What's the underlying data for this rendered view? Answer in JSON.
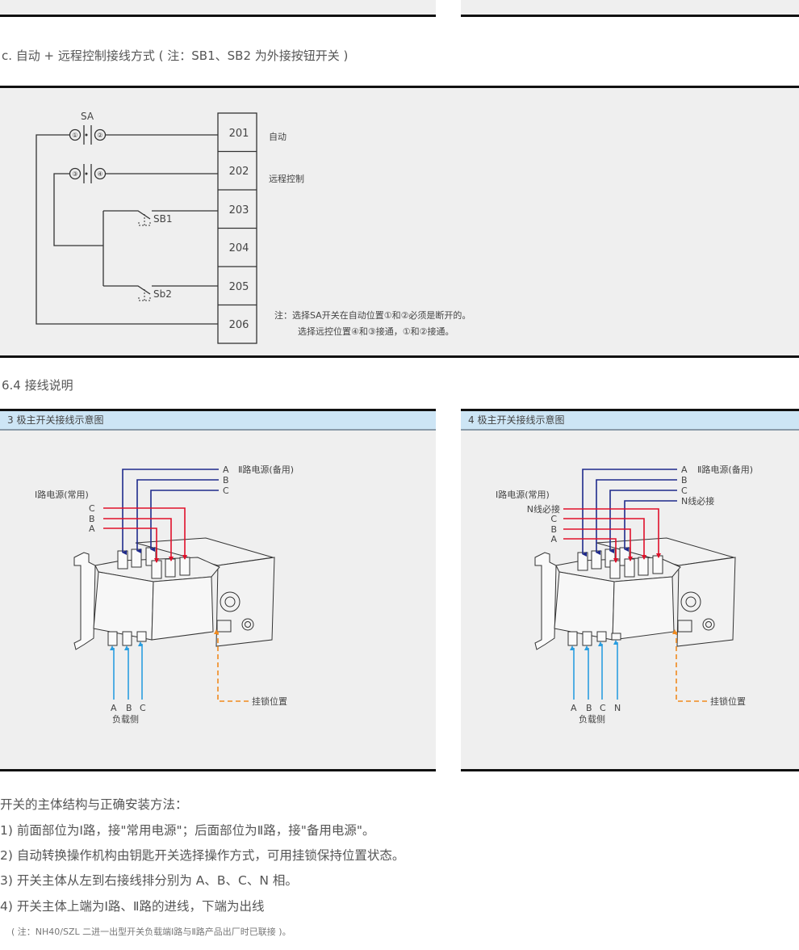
{
  "section_c": {
    "title": "c. 自动 + 远程控制接线方式 ( 注：SB1、SB2 为外接按钮开关 )",
    "circuit": {
      "sa_label": "SA",
      "contacts": [
        "①",
        "②",
        "③",
        "④"
      ],
      "sb1_label": "SB1",
      "sb2_label": "Sb2",
      "terminals": [
        "201",
        "202",
        "203",
        "204",
        "205",
        "206"
      ],
      "label_auto": "自动",
      "label_remote": "远程控制",
      "note_line1": "注：选择SA开关在自动位置①和②必须是断开的。",
      "note_line2": "选择远控位置④和③接通，①和②接通。"
    }
  },
  "section_64": {
    "title": "6.4 接线说明",
    "diagram_3pole": {
      "title": "3 极主开关接线示意图",
      "source2_label": "Ⅱ路电源(备用)",
      "source1_label": "Ⅰ路电源(常用)",
      "source2_phases": [
        "A",
        "B",
        "C"
      ],
      "source1_phases": [
        "C",
        "B",
        "A"
      ],
      "load_phases": [
        "A",
        "B",
        "C"
      ],
      "load_label": "负载侧",
      "lock_label": "挂锁位置"
    },
    "diagram_4pole": {
      "title": "4 极主开关接线示意图",
      "source2_label": "Ⅱ路电源(备用)",
      "source1_label": "Ⅰ路电源(常用)",
      "source2_phases": [
        "A",
        "B",
        "C",
        "N线必接"
      ],
      "source1_phases": [
        "N线必接",
        "C",
        "B",
        "A"
      ],
      "load_phases": [
        "A",
        "B",
        "C",
        "N"
      ],
      "load_label": "负载侧",
      "lock_label": "挂锁位置"
    },
    "colors": {
      "source2": "#1f2a8c",
      "source1": "#e0102a",
      "load": "#2a9ee0",
      "lock": "#f08a1e"
    }
  },
  "instructions": {
    "heading": "开关的主体结构与正确安装方法：",
    "items": [
      "1) 前面部位为Ⅰ路，接\"常用电源\"；后面部位为Ⅱ路，接\"备用电源\"。",
      "2) 自动转换操作机构由钥匙开关选择操作方式，可用挂锁保持位置状态。",
      "3) 开关主体从左到右接线排分别为 A、B、C、N 相。",
      "4) 开关主体上端为Ⅰ路、Ⅱ路的进线，下端为出线"
    ],
    "note": "( 注：NH40/SZL 二进一出型开关负载端Ⅰ路与Ⅱ路产品出厂时已联接 )。"
  }
}
